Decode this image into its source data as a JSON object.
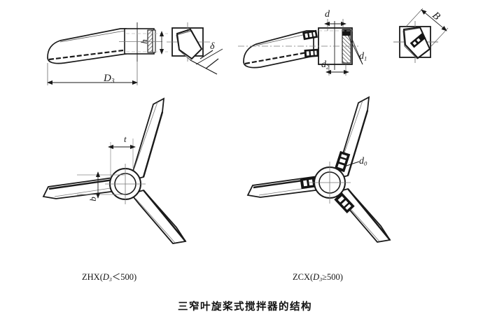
{
  "figure": {
    "caption": "三窄叶旋桨式搅拌器的结构",
    "variants": [
      {
        "id": "zhx",
        "prefix": "ZHX",
        "condition_symbol": "D",
        "condition_sub": "3",
        "operator": "＜",
        "value": "500"
      },
      {
        "id": "zcx",
        "prefix": "ZCX",
        "condition_symbol": "D",
        "condition_sub": "3",
        "operator": "≥",
        "value": "500"
      }
    ],
    "dimension_labels": {
      "blade_diameter": {
        "text": "D",
        "sub": "3"
      },
      "hub_height": {
        "text": "h",
        "sub": ""
      },
      "blade_thickness_delta": {
        "text": "δ",
        "sub": ""
      },
      "shaft_dia": {
        "text": "d",
        "sub": ""
      },
      "bore_d1": {
        "text": "d",
        "sub": "1"
      },
      "bore_d2": {
        "text": "d",
        "sub": "2"
      },
      "blade_width_B": {
        "text": "B",
        "sub": ""
      },
      "pitch_t": {
        "text": "t",
        "sub": ""
      },
      "blade_width_b": {
        "text": "b",
        "sub": ""
      },
      "bolt_dia": {
        "text": "d",
        "sub": "0"
      }
    }
  },
  "colors": {
    "line": "#1a1a1a",
    "thin": "#555555",
    "hatch": "#222222",
    "background": "#ffffff",
    "text": "#111111"
  }
}
